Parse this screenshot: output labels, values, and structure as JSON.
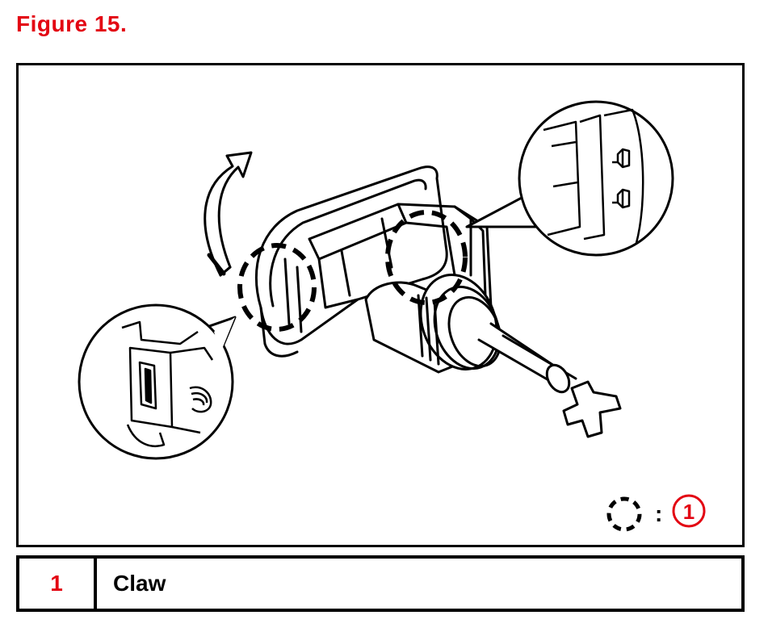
{
  "figure": {
    "title": "Figure 15."
  },
  "key": {
    "separator": ":",
    "number": "1",
    "dashed_circle_icon": "dashed-circle-icon",
    "accent_color": "#e30613"
  },
  "legend": {
    "rows": [
      {
        "number": "1",
        "text": "Claw"
      }
    ]
  }
}
